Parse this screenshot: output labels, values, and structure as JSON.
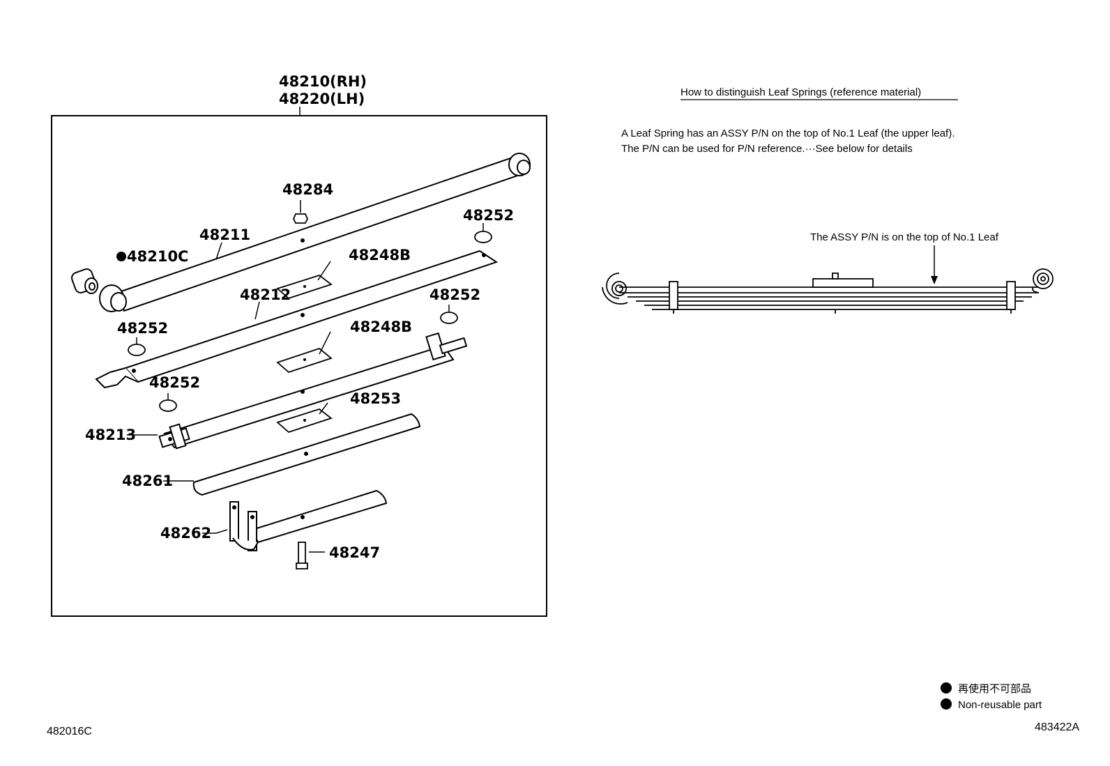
{
  "assembly": {
    "rh": "48210(RH)",
    "lh": "48220(LH)"
  },
  "parts": {
    "p48284": "48284",
    "p48252_a": "48252",
    "p48211": "48211",
    "p48210c": "48210C",
    "p48248b_a": "48248B",
    "p48212": "48212",
    "p48252_b": "48252",
    "p48252_c": "48252",
    "p48248b_b": "48248B",
    "p48252_d": "48252",
    "p48253": "48253",
    "p48213": "48213",
    "p48261": "48261",
    "p48262": "48262",
    "p48247": "48247"
  },
  "reference": {
    "title": "How to distinguish Leaf Springs (reference material)",
    "line1": "A Leaf Spring has an ASSY P/N on the top of No.1 Leaf (the upper leaf).",
    "line2": "The P/N can be used for P/N reference.···See below for details",
    "callout": "The ASSY P/N is on the top of No.1 Leaf"
  },
  "legend": {
    "jp": "再使用不可部品",
    "en": "Non-reusable part"
  },
  "codes": {
    "left": "482016C",
    "right": "483422A"
  }
}
